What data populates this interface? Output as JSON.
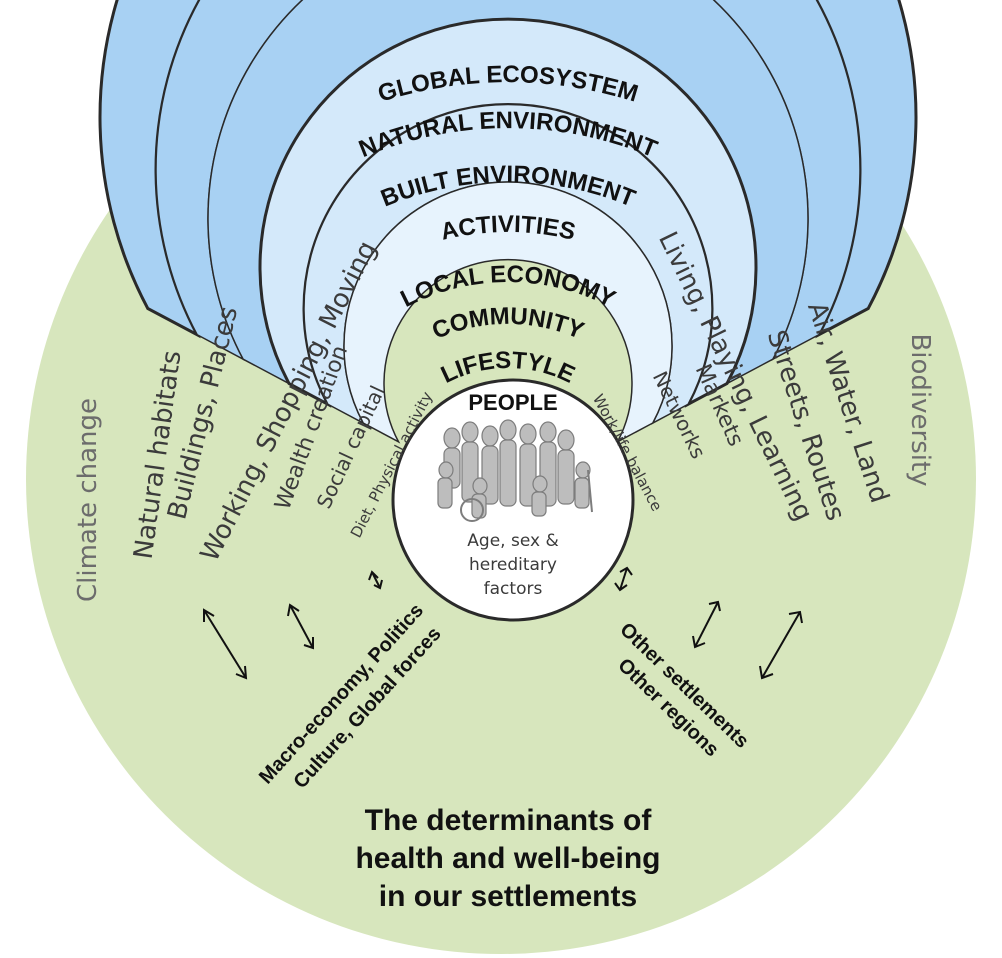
{
  "title_lines": [
    "The determinants of",
    "health and well-being",
    "in our settlements"
  ],
  "outer": {
    "label": "GLOBAL ECOSYSTEM",
    "left_note": "Climate change",
    "right_note": "Biodiversity"
  },
  "rings": {
    "natural_environment": {
      "label": "NATURAL ENVIRONMENT",
      "left": "Natural habitats",
      "right": "Air, Water, Land"
    },
    "built_environment": {
      "label": "BUILT ENVIRONMENT",
      "left": "Buildings, Places",
      "right": "Streets, Routes"
    },
    "activities": {
      "label": "ACTIVITIES",
      "left": "Working, Shopping, Moving",
      "right": "Living, Playing, Learning"
    },
    "local_economy": {
      "label": "LOCAL ECONOMY",
      "left": "Wealth creation",
      "right": "Markets"
    },
    "community": {
      "label": "COMMUNITY",
      "left": "Social capital",
      "right": "Networks"
    },
    "lifestyle": {
      "label": "LIFESTYLE",
      "left": "Diet, Physical activity",
      "right": "Work/life balance"
    }
  },
  "people": {
    "label": "PEOPLE",
    "factors": [
      "Age, sex &",
      "hereditary",
      "factors"
    ]
  },
  "external_left": [
    "Macro-economy, Politics",
    "Culture, Global forces"
  ],
  "external_right": [
    "Other settlements",
    "Other regions"
  ],
  "colors": {
    "outer_fill": "#d7e6bd",
    "blue_band": "#a8d1f3",
    "light_band": "#d4e9fa",
    "lightest_band": "#e7f3fd",
    "people_fill": "#ffffff",
    "ring_line": "#2a2a2a"
  }
}
